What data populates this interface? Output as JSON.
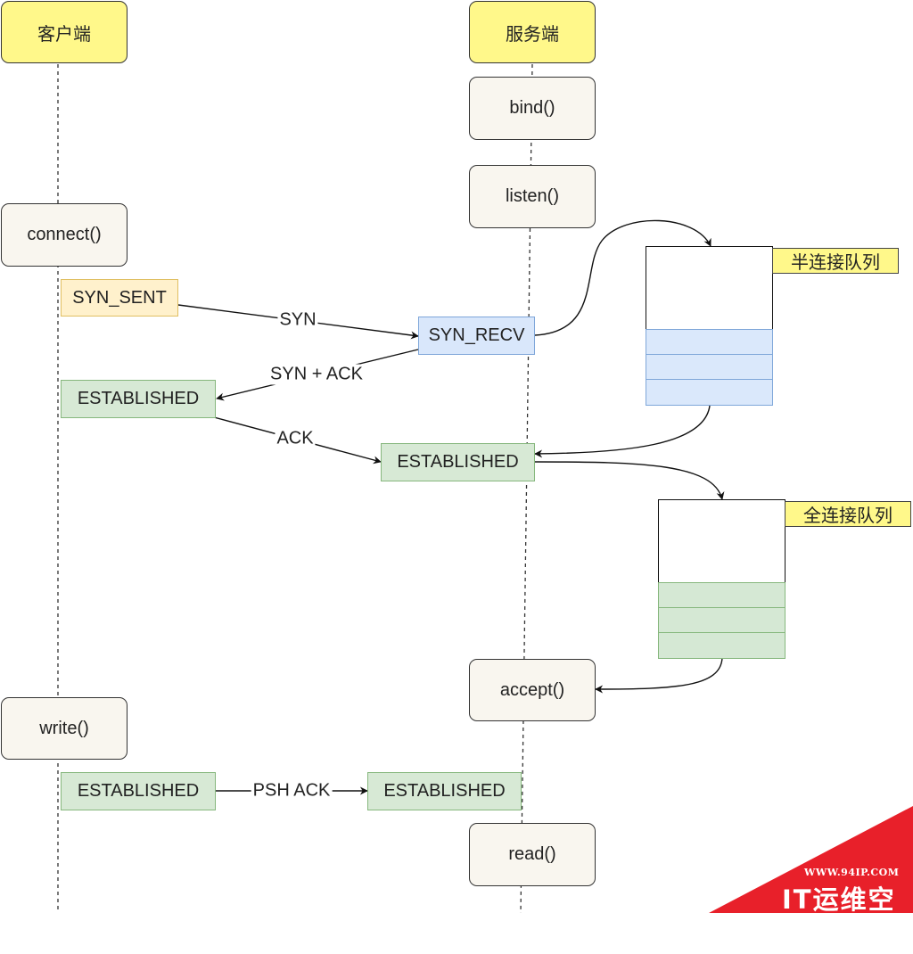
{
  "actors": {
    "client": "客户端",
    "server": "服务端"
  },
  "calls": {
    "bind": "bind()",
    "listen": "listen()",
    "connect": "connect()",
    "accept": "accept()",
    "write": "write()",
    "read": "read()"
  },
  "states": {
    "syn_sent": "SYN_SENT",
    "syn_recv": "SYN_RECV",
    "client_established": "ESTABLISHED",
    "server_established": "ESTABLISHED",
    "client_established_2": "ESTABLISHED",
    "server_established_2": "ESTABLISHED"
  },
  "messages": {
    "syn": "SYN",
    "syn_ack": "SYN + ACK",
    "ack": "ACK",
    "psh_ack": "PSH ACK"
  },
  "queues": {
    "half": {
      "label": "半连接队列",
      "color": "#dae8fb"
    },
    "full": {
      "label": "全连接队列",
      "color": "#d5e8d4"
    }
  },
  "watermark": {
    "url": "WWW.94IP.COM",
    "name": "IT运维空间",
    "color": "#e8202a"
  }
}
